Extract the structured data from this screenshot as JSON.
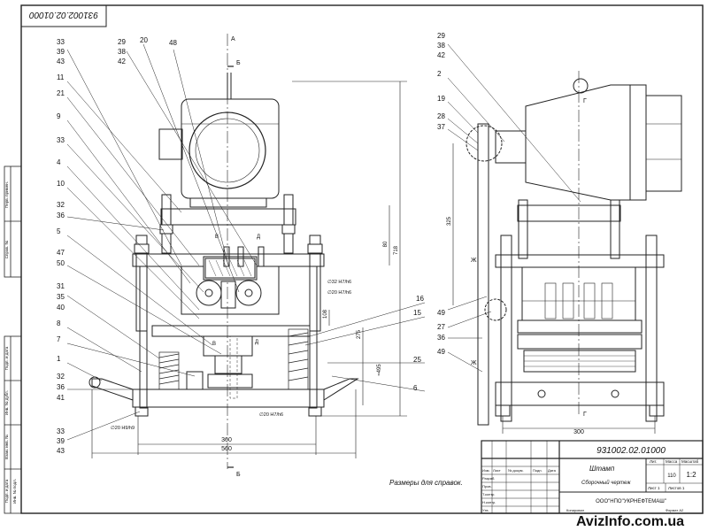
{
  "sheet": {
    "top_code": "931002.02.01000",
    "note": "Размеры для справок.",
    "watermark": "AvizInfo.com.ua"
  },
  "title_block": {
    "code": "931002.02.01000",
    "name": "Штамп",
    "doc_type": "Сборочный чертеж",
    "company": "ООО\"НПО\"УКРНЕФТЕМАШ\"",
    "lit_header": "Лит.",
    "mass_header": "Масса",
    "scale_header": "Масштаб",
    "mass_value": "110",
    "scale_value": "1:2",
    "sheet_label": "Лист 1",
    "sheets_label": "Листов 1",
    "row_labels": [
      "Изм.",
      "Лист",
      "№ докум.",
      "Подп.",
      "Дата"
    ],
    "role_labels": [
      "Разраб.",
      "Пров.",
      "Т.контр.",
      "Н.контр.",
      "Утв."
    ],
    "bottom_labels": [
      "Копировал",
      "Формат A2"
    ]
  },
  "left_view": {
    "callouts_left": [
      "33",
      "39",
      "43",
      "11",
      "21",
      "9",
      "33",
      "4",
      "10",
      "32",
      "36",
      "5",
      "47",
      "50",
      "31",
      "35",
      "40",
      "8",
      "7",
      "1",
      "32",
      "36",
      "41",
      "33",
      "39",
      "43"
    ],
    "callouts_top": [
      "29",
      "38",
      "42",
      "20",
      "48"
    ],
    "callouts_right": [
      "16",
      "15",
      "25",
      "6"
    ],
    "section_marks": [
      "А",
      "Б",
      "Б",
      "В",
      "В",
      "Д",
      "Д"
    ],
    "dims": {
      "d360": "360",
      "d560": "560",
      "d718": "718",
      "d80": "80",
      "d275": "275",
      "d495": "≈495",
      "d108": "108",
      "fit1": "∅32 H7/h6",
      "fit2": "∅20 H7/h6",
      "fit3": "∅20 H7/h6",
      "fit4": "∅20 H9/h9"
    }
  },
  "right_view": {
    "callouts_left": [
      "29",
      "38",
      "42",
      "2",
      "19",
      "28",
      "37",
      "49",
      "27",
      "36",
      "49"
    ],
    "section_marks": [
      "Ж",
      "Ж",
      "Г",
      "Г"
    ],
    "dims": {
      "d300": "300",
      "d325": "325"
    }
  },
  "side_stamp": {
    "labels": [
      "Перв. примен.",
      "Справ. №",
      "Подп. и дата",
      "Инв. № дубл.",
      "Взам. инв. №",
      "Подп. и дата",
      "Инв. № подл."
    ]
  }
}
